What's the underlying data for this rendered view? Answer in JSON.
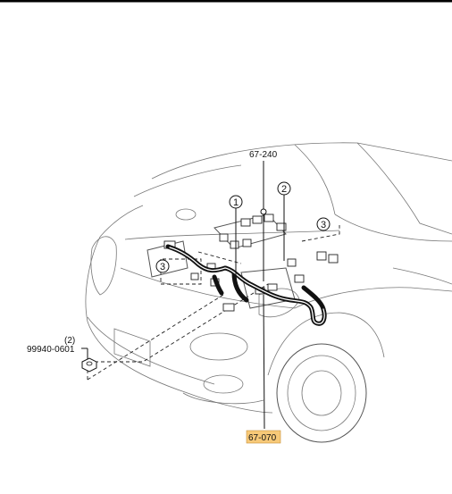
{
  "diagram": {
    "part_callouts": {
      "top": "67-240",
      "bottom": "67-070",
      "fastener": "99940-0601"
    },
    "fastener_qty": "(2)",
    "reference_numbers": [
      "1",
      "2",
      "3",
      "3"
    ],
    "highlight_color": "#f7c978",
    "line_color": "#111111"
  }
}
